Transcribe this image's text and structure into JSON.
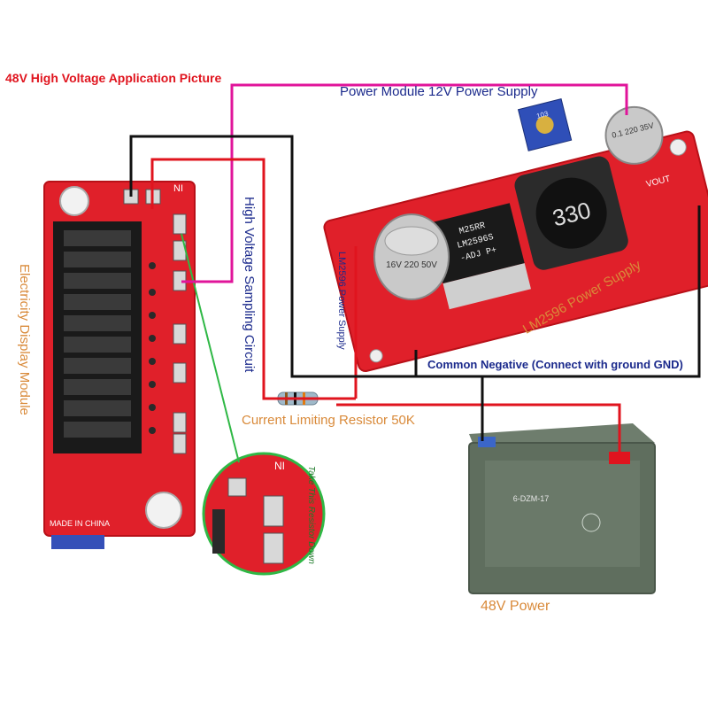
{
  "labels": {
    "title": "48V High Voltage Application Picture",
    "power_module": "Power Module 12V Power Supply",
    "high_voltage_sampling": "High Voltage Sampling Circuit",
    "lm2596_vertical": "LM2596 Power Supply",
    "lm2596_diagonal": "LM2596 Power Supply",
    "common_negative": "Common Negative (Connect with ground GND)",
    "current_limiting": "Current Limiting Resistor 50K",
    "electricity_display": "Electricity Display Module",
    "take_resistor": "Take This Resistor Down",
    "battery_power": "48V Power"
  },
  "board_text": {
    "ni_main": "NI",
    "ni_zoom": "NI",
    "made_in": "MADE IN CHINA",
    "vout": "VOUT",
    "inductor": "330",
    "chip_line1": "M25RR",
    "chip_line2": "LM2596S",
    "chip_line3": "-ADJ P+",
    "cap_left": "16V 220 50V",
    "cap_right": "0.1 220 35V",
    "pot": "103",
    "battery_model": "6-DZM-17"
  },
  "colors": {
    "pink_wire": "#e0149a",
    "red_wire": "#e0141e",
    "black_wire": "#111111",
    "green_wire": "#2fb845",
    "pcb": "#e0202a",
    "battery": "#5f6e5e",
    "label_blue": "#1b2a8c",
    "label_orange": "#d98a3a"
  }
}
